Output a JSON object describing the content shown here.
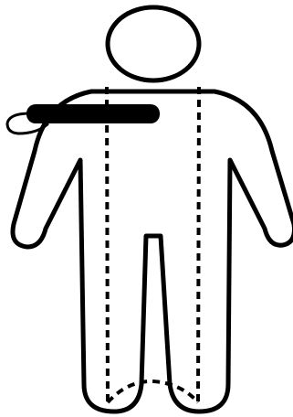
{
  "figure": {
    "stroke_color": "#000000",
    "fill_color": "#ffffff",
    "device_color": "#000000",
    "parts": [
      "head",
      "body-outline",
      "guide-line-left",
      "guide-line-right",
      "guide-line-bottom",
      "handheld-device",
      "device-cable"
    ]
  }
}
